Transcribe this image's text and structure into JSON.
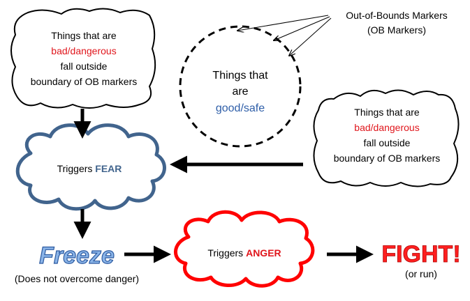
{
  "ob_markers_label": {
    "line1": "Out-of-Bounds Markers",
    "line2": "(OB Markers)"
  },
  "bad_box_left": {
    "line1": "Things that are",
    "line2": "bad/dangerous",
    "line3": "fall outside",
    "line4": "boundary of OB markers"
  },
  "good_circle": {
    "line1": "Things that",
    "line2": "are",
    "line3": "good/safe"
  },
  "bad_box_right": {
    "line1": "Things that are",
    "line2": "bad/dangerous",
    "line3": "fall outside",
    "line4": "boundary of OB markers"
  },
  "fear_cloud": {
    "prefix": "Triggers ",
    "emphasis": "FEAR"
  },
  "freeze": {
    "word": "Freeze",
    "note": "(Does not overcome danger)"
  },
  "anger_cloud": {
    "prefix": "Triggers ",
    "emphasis": "ANGER"
  },
  "fight": {
    "word": "FIGHT!",
    "note": "(or run)"
  },
  "colors": {
    "danger_red": "#e0161c",
    "safe_blue": "#2e5ea8",
    "fear_blue": "#41648d",
    "freeze_blue": "#3f72c4",
    "anger_red": "#ff0000",
    "ink": "#000000"
  }
}
